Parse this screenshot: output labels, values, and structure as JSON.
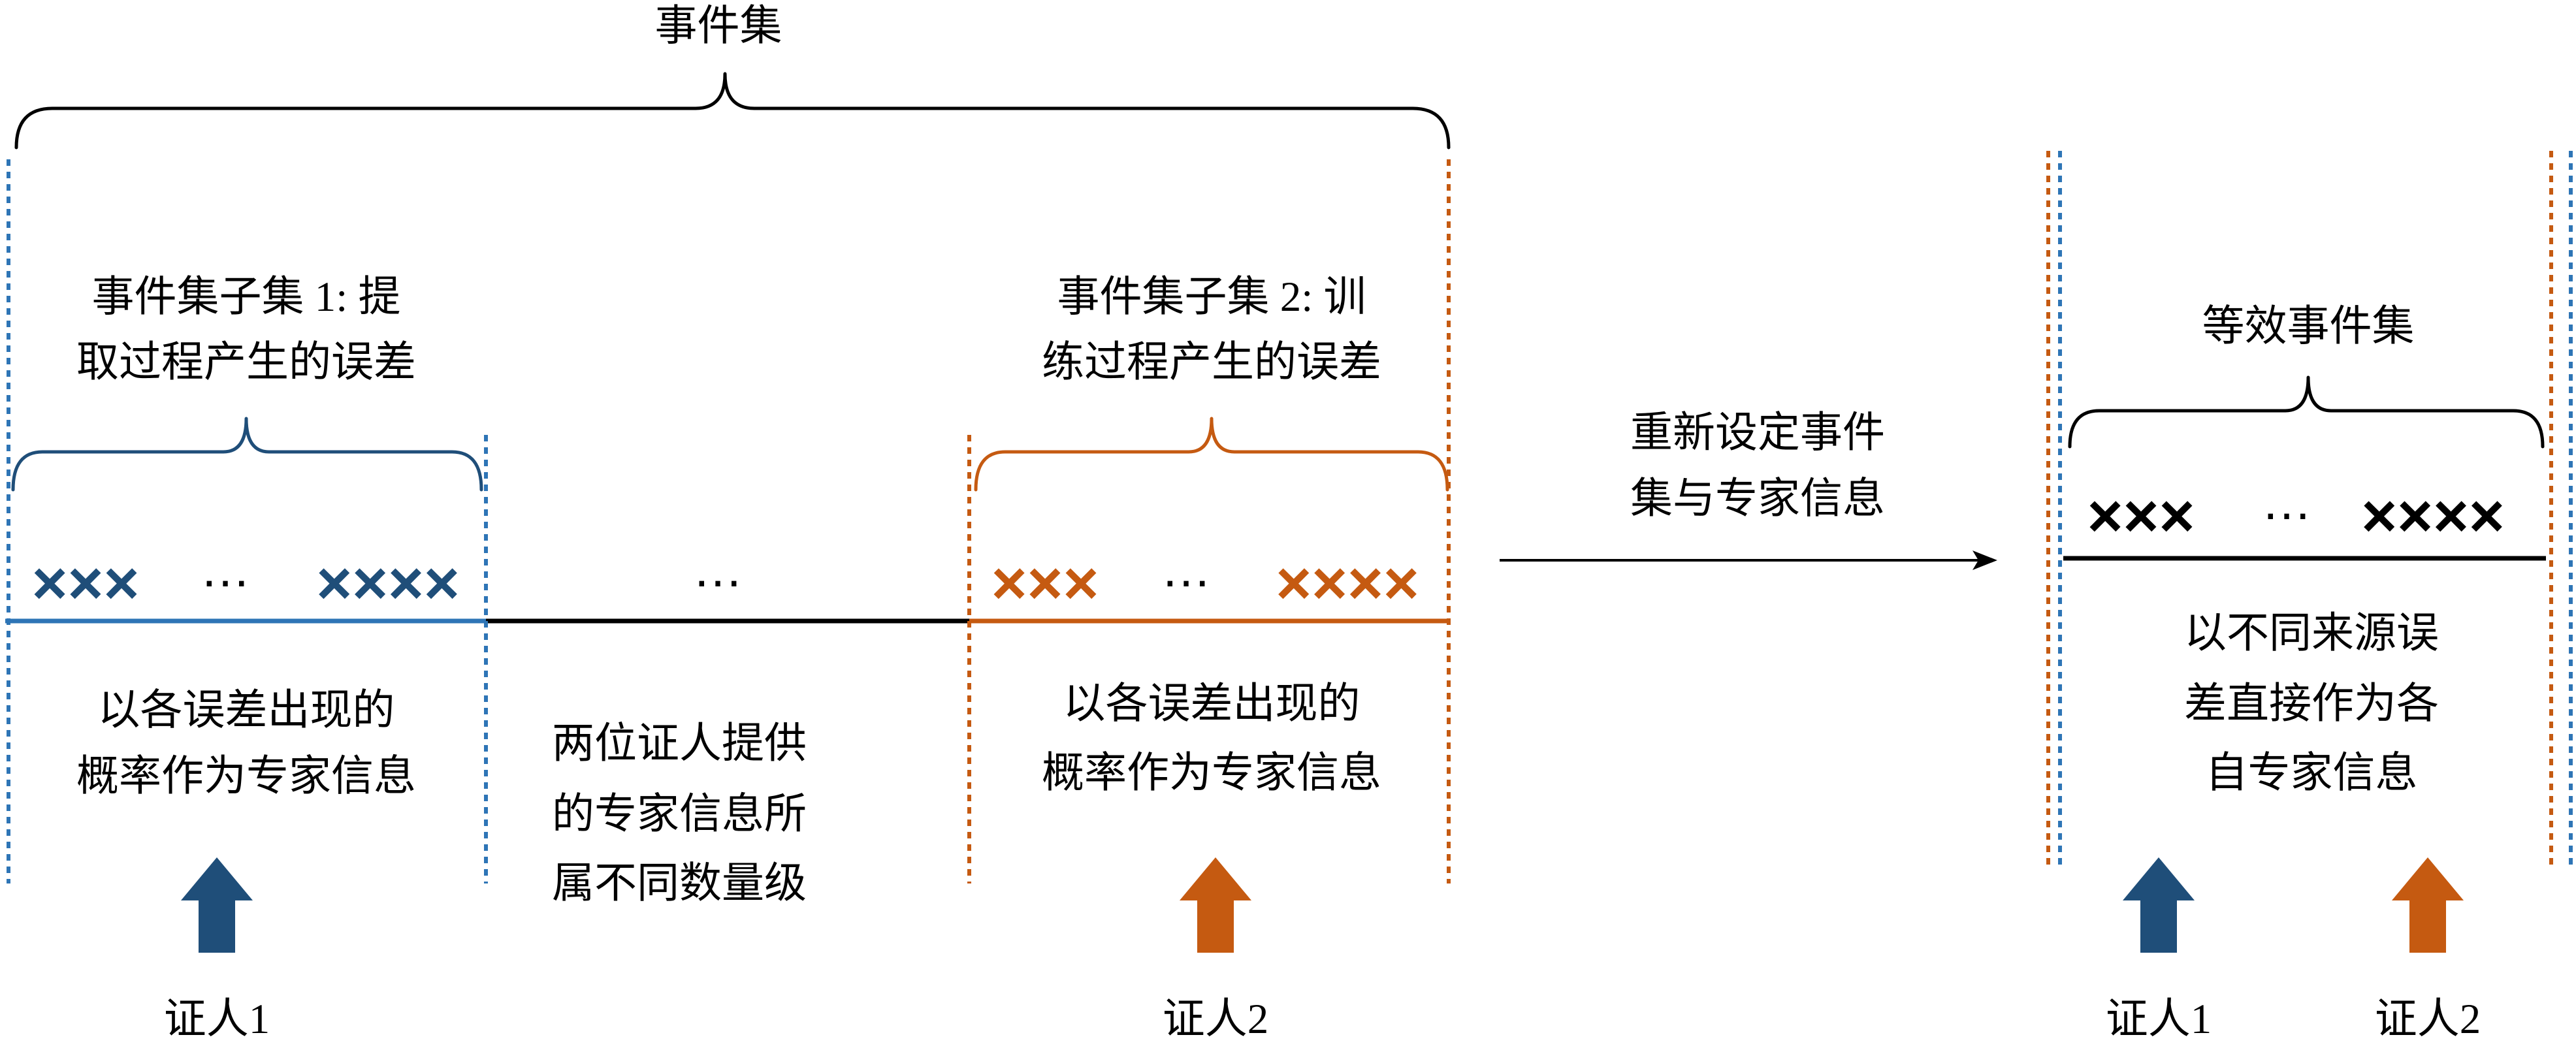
{
  "event_set": {
    "title": "事件集"
  },
  "subset_1": {
    "title_lines": [
      "事件集子集 1: 提",
      "取过程产生的误差"
    ],
    "marks_start": "×××",
    "ellipsis": "…",
    "marks_end": "××××",
    "desc_lines": [
      "以各误差出现的",
      "概率作为专家信息"
    ],
    "witness": "证人1"
  },
  "between": {
    "ellipsis": "…",
    "desc_lines": [
      "两位证人提供",
      "的专家信息所",
      "属不同数量级"
    ]
  },
  "subset_2": {
    "title_lines": [
      "事件集子集 2: 训",
      "练过程产生的误差"
    ],
    "marks_start": "×××",
    "ellipsis": "…",
    "marks_end": "××××",
    "desc_lines": [
      "以各误差出现的",
      "概率作为专家信息"
    ],
    "witness": "证人2"
  },
  "transform": {
    "label_lines": [
      "重新设定事件",
      "集与专家信息"
    ]
  },
  "equivalent_set": {
    "title": "等效事件集",
    "marks_start": "×××",
    "ellipsis": "…",
    "marks_end": "××××",
    "desc_lines": [
      "以不同来源误",
      "差直接作为各",
      "自专家信息"
    ],
    "witnesses": [
      "证人1",
      "证人2"
    ]
  },
  "icons": {
    "witness_arrow": "up-arrow-icon",
    "transform_arrow": "right-arrow-icon"
  },
  "colors": {
    "dark_blue": "#1f4e79",
    "blue": "#2e75b6",
    "orange": "#c55a11",
    "ink": "#000000"
  }
}
